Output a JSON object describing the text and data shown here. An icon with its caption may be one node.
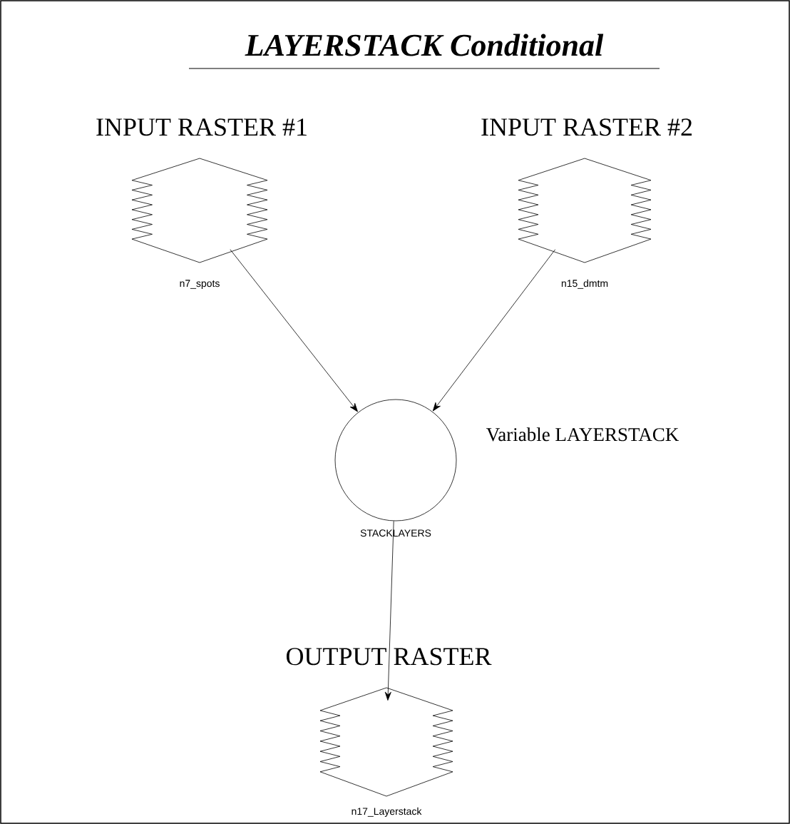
{
  "diagram": {
    "title": "LAYERSTACK  Conditional",
    "nodes": [
      {
        "text": [
          "INPUT RASTER #1",
          "n7_spots"
        ]
      },
      {
        "text": [
          "INPUT RASTER #2",
          "n15_dmtm"
        ]
      },
      {
        "text": [
          "STACKLAYERS"
        ],
        "beside": [
          "Variable LAYERSTACK"
        ]
      },
      {
        "text": [
          "OUTPUT RASTER",
          "n17_Layerstack"
        ]
      }
    ],
    "edges": [
      {
        "from": 0,
        "to": 2,
        "arrow": "to"
      },
      {
        "from": 1,
        "to": 2,
        "arrow": "to"
      },
      {
        "from": 2,
        "to": 3,
        "arrow": "to"
      }
    ]
  }
}
